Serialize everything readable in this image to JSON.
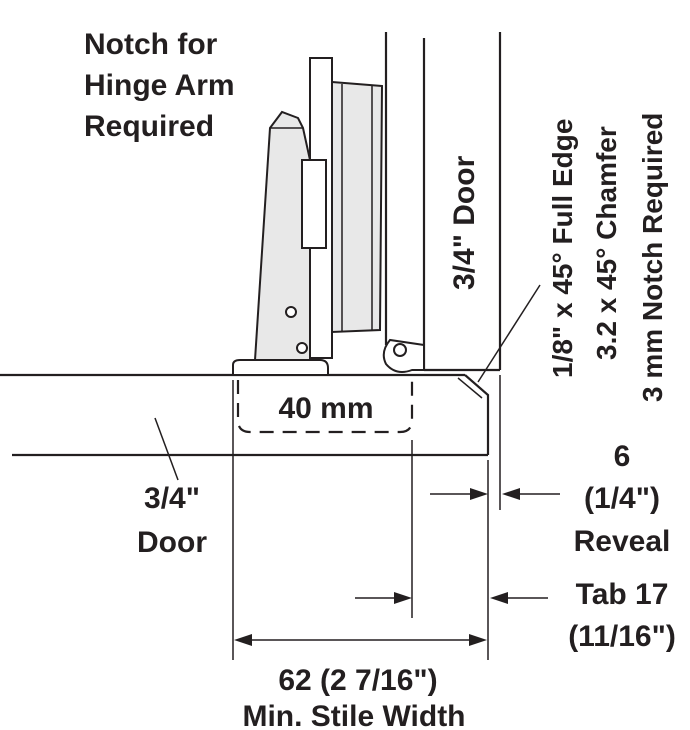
{
  "labels": {
    "notch_line1": "Notch for",
    "notch_line2": "Hinge Arm",
    "notch_line3": "Required",
    "door_vertical": "3/4\" Door",
    "chamfer_line1": "1/8\" x 45° Full Edge",
    "chamfer_line2": "3.2 x 45° Chamfer",
    "chamfer_line3": "3 mm Notch Required",
    "cup_dimension": "40 mm",
    "door_left_line1": "3/4\"",
    "door_left_line2": "Door",
    "reveal_mm": "6",
    "reveal_in": "(1/4\")",
    "reveal_word": "Reveal",
    "tab_mm": "Tab 17",
    "tab_in": "(11/16\")",
    "stile_dimension": "62 (2 7/16\")",
    "stile_word": "Min. Stile Width"
  },
  "colors": {
    "line": "#231f20",
    "hinge_fill": "#e8e8e8",
    "background": "#ffffff"
  }
}
